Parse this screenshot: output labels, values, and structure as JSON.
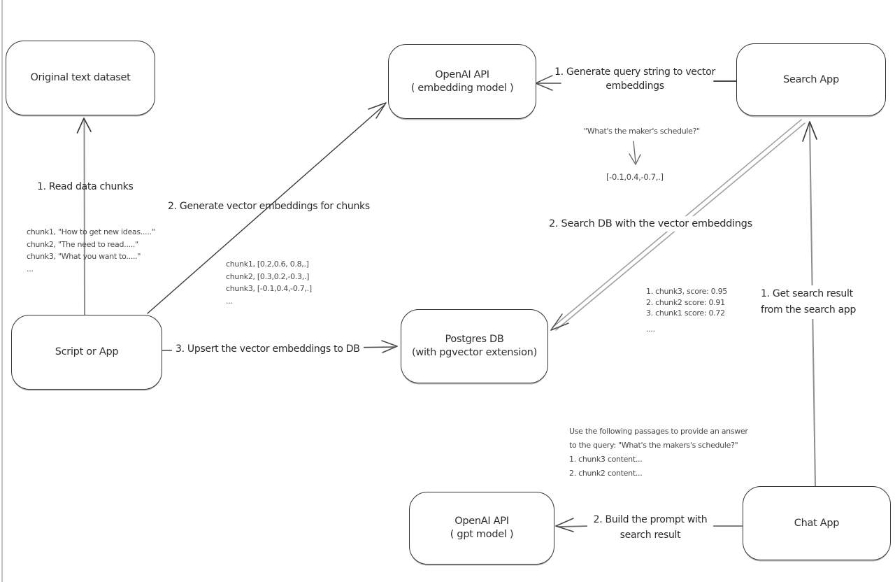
{
  "colors": {
    "background": "#ffffff",
    "box_border": "#343434",
    "label_text": "#2b2b2b",
    "annotation_text": "#484848",
    "arrow_dark": "#3c3c3c",
    "arrow_gray": "#8d8d8d"
  },
  "nodes": {
    "original_dataset": {
      "label": "Original text dataset"
    },
    "openai_embedding": {
      "line1": "OpenAI API",
      "line2": "( embedding model )"
    },
    "search_app": {
      "label": "Search App"
    },
    "script_or_app": {
      "label": "Script or App"
    },
    "postgres_db": {
      "line1": "Postgres DB",
      "line2": "(with pgvector extension)"
    },
    "openai_gpt": {
      "line1": "OpenAI API",
      "line2": "( gpt model )"
    },
    "chat_app": {
      "label": "Chat App"
    }
  },
  "edge_labels": {
    "read_chunks": "1. Read data chunks",
    "generate_embeddings": "2. Generate vector embeddings for chunks",
    "upsert_db": "3. Upsert the vector embeddings  to DB",
    "query_to_vector_line1": "1. Generate query string to vector",
    "query_to_vector_line2": "embeddings",
    "search_db": "2. Search DB with the vector embeddings",
    "get_search_result_line1": "1. Get search result",
    "get_search_result_line2": "from the search app",
    "build_prompt_line1": "2. Build the prompt with",
    "build_prompt_line2": "search result"
  },
  "annotations": {
    "chunk_texts": [
      "chunk1, \"How to get new ideas.....\"",
      "chunk2, \"The need to read.....\"",
      "chunk3, \"What you want to.....\"",
      "..."
    ],
    "chunk_vectors": [
      "chunk1, [0.2,0.6, 0.8,.]",
      "chunk2, [0.3,0.2,-0.3,.]",
      "chunk3, [-0.1,0.4,-0.7,.]",
      "..."
    ],
    "query_example": "\"What's the maker's schedule?\"",
    "query_vector": "[-0.1,0.4,-0.7,.]",
    "search_scores": [
      "1. chunk3, score: 0.95",
      "2. chunk2 score: 0.91",
      "3. chunk1 score: 0.72",
      "...."
    ],
    "prompt_preview": [
      "Use the following passages to provide an answer",
      "to the query: \"What's the makers's schedule?\"",
      "1. chunk3 content...",
      "2. chunk2 content..."
    ]
  }
}
